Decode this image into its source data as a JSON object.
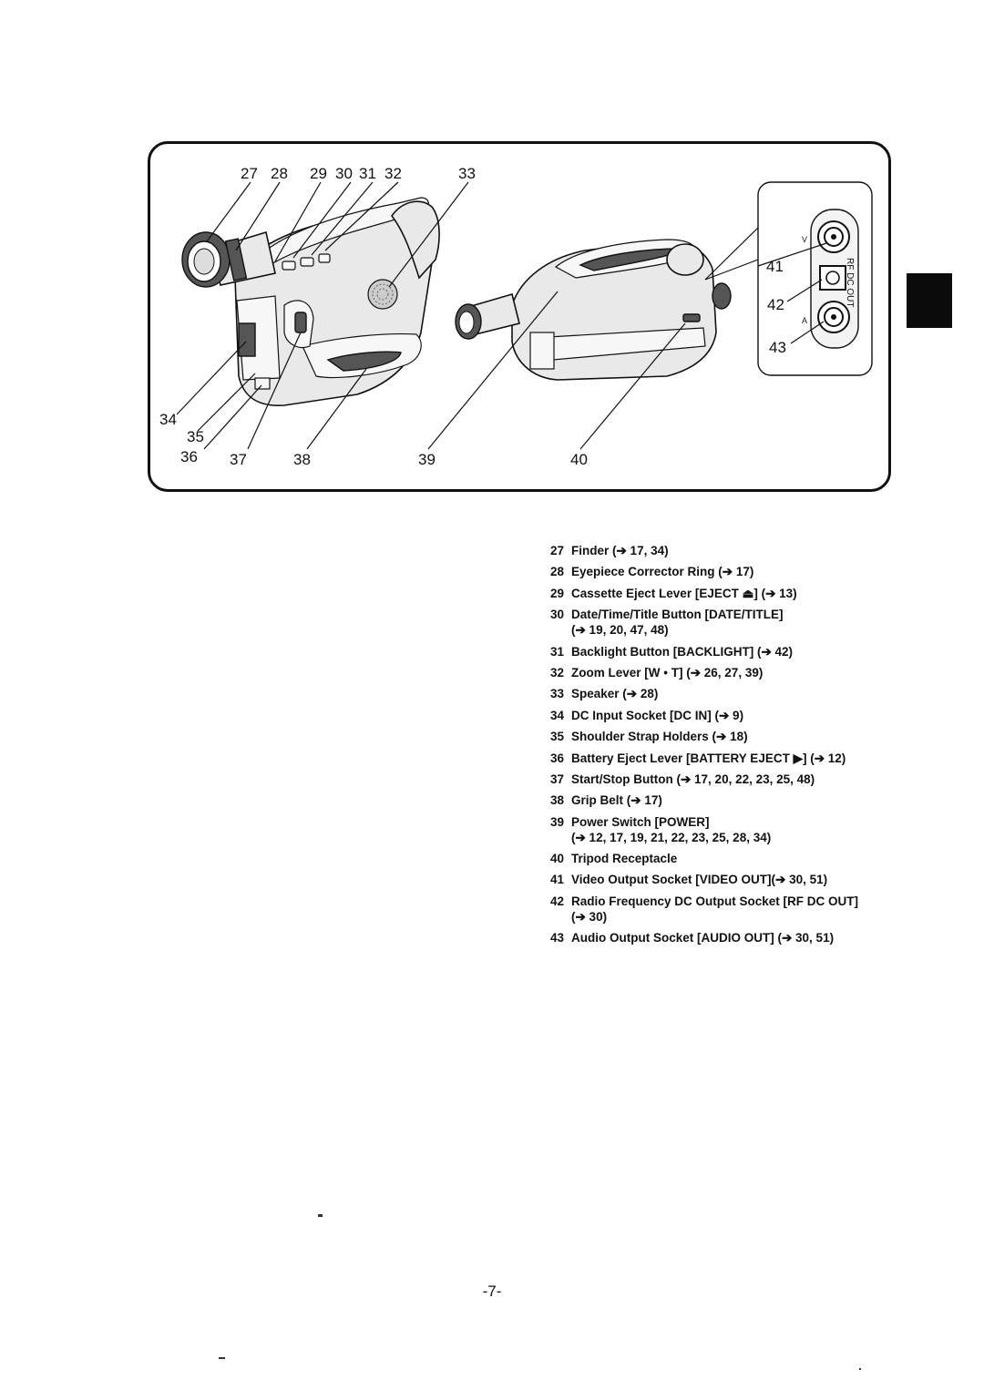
{
  "diagram": {
    "callouts": {
      "c27": "27",
      "c28": "28",
      "c29": "29",
      "c30": "30",
      "c31": "31",
      "c32": "32",
      "c33": "33",
      "c34": "34",
      "c35": "35",
      "c36": "36",
      "c37": "37",
      "c38": "38",
      "c39": "39",
      "c40": "40",
      "c41": "41",
      "c42": "42",
      "c43": "43"
    },
    "jack_panel": {
      "label_v": "V",
      "label_a": "A",
      "vertical_label": "RF DC OUT"
    }
  },
  "parts": [
    {
      "num": "27",
      "text": "Finder (➔ 17, 34)"
    },
    {
      "num": "28",
      "text": "Eyepiece Corrector Ring (➔ 17)"
    },
    {
      "num": "29",
      "text": "Cassette Eject  Lever [EJECT ⏏] (➔ 13)"
    },
    {
      "num": "30",
      "text": "Date/Time/Title Button [DATE/TITLE]",
      "text2": "(➔ 19, 20, 47, 48)"
    },
    {
      "num": "31",
      "text": "Backlight Button [BACKLIGHT] (➔ 42)"
    },
    {
      "num": "32",
      "text": "Zoom Lever [W • T] (➔ 26, 27, 39)"
    },
    {
      "num": "33",
      "text": "Speaker (➔ 28)"
    },
    {
      "num": "34",
      "text": "DC Input Socket [DC IN] (➔ 9)"
    },
    {
      "num": "35",
      "text": "Shoulder Strap Holders (➔ 18)"
    },
    {
      "num": "36",
      "text": "Battery Eject Lever [BATTERY EJECT ▶] (➔ 12)"
    },
    {
      "num": "37",
      "text": "Start/Stop Button (➔ 17, 20, 22, 23, 25, 48)"
    },
    {
      "num": "38",
      "text": "Grip Belt (➔ 17)"
    },
    {
      "num": "39",
      "text": "Power Switch [POWER]",
      "text2": "(➔ 12, 17, 19, 21, 22, 23, 25, 28, 34)"
    },
    {
      "num": "40",
      "text": "Tripod Receptacle"
    },
    {
      "num": "41",
      "text": "Video Output Socket [VIDEO OUT](➔ 30, 51)"
    },
    {
      "num": "42",
      "text": "Radio Frequency DC Output Socket [RF DC OUT]",
      "text2": "(➔ 30)"
    },
    {
      "num": "43",
      "text": "Audio Output Socket [AUDIO OUT] (➔ 30, 51)"
    }
  ],
  "page_number": "-7-"
}
